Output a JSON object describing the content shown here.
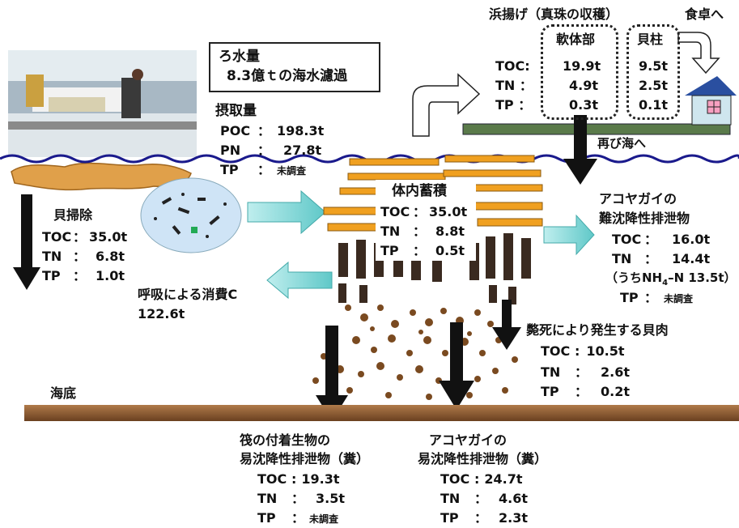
{
  "filtration": {
    "title": "ろ水量",
    "value": "8.3億ｔの海水濾過"
  },
  "intake": {
    "title": "摂取量",
    "rows": [
      {
        "key": "POC",
        "sep": "：",
        "value": "198.3t"
      },
      {
        "key": "PN",
        "sep": "：",
        "value": "27.8t"
      },
      {
        "key": "TP",
        "sep": "：",
        "value": "未調査"
      }
    ]
  },
  "shell_cleaning": {
    "title": "貝掃除",
    "rows": [
      {
        "key": "TOC",
        "sep": "：",
        "value": "35.0t"
      },
      {
        "key": "TN",
        "sep": "：",
        "value": "6.8t"
      },
      {
        "key": "TP",
        "sep": "：",
        "value": "1.0t"
      }
    ]
  },
  "respiration": {
    "title": "呼吸による消費C",
    "value": "122.6t"
  },
  "accumulation": {
    "title": "体内蓄積",
    "rows": [
      {
        "key": "TOC",
        "sep": "：",
        "value": "35.0t"
      },
      {
        "key": "TN",
        "sep": "：",
        "value": "8.8t"
      },
      {
        "key": "TP",
        "sep": "：",
        "value": "0.5t"
      }
    ]
  },
  "harvest": {
    "title": "浜揚げ（真珠の収穫）",
    "row_keys": [
      "TOC:",
      "TN ：",
      "TP ："
    ],
    "soft_body": {
      "title": "軟体部",
      "values": [
        "19.9t",
        "4.9t",
        "0.3t"
      ]
    },
    "adductor": {
      "title": "貝柱",
      "values": [
        "9.5t",
        "2.5t",
        "0.1t"
      ]
    }
  },
  "dining_table": "食卓へ",
  "return_sea": "再び海へ",
  "hard_sinking": {
    "title1": "アコヤガイの",
    "title2": "難沈降性排泄物",
    "rows": [
      {
        "key": "TOC",
        "sep": "：",
        "value": "16.0t"
      },
      {
        "key": "TN",
        "sep": "：",
        "value": "14.4t"
      }
    ],
    "note_prefix": "（うちNH",
    "note_sub": "4",
    "note_suffix": "–N 13.5t）",
    "tp_key": "TP",
    "tp_sep": "：",
    "tp_value": "未調査"
  },
  "dead_shell": {
    "title": "斃死により発生する貝肉",
    "rows": [
      {
        "key": "TOC",
        "sep": ":",
        "value": "10.5t"
      },
      {
        "key": "TN",
        "sep": "：",
        "value": "2.6t"
      },
      {
        "key": "TP",
        "sep": "：",
        "value": "0.2t"
      }
    ]
  },
  "seabed": "海底",
  "raft_feces": {
    "title1": "筏の付着生物の",
    "title2": "易沈降性排泄物（糞）",
    "rows": [
      {
        "key": "TOC",
        "sep": ":",
        "value": "19.3t"
      },
      {
        "key": "TN",
        "sep": "：",
        "value": "3.5t"
      },
      {
        "key": "TP",
        "sep": "：",
        "value": "未調査"
      }
    ]
  },
  "oyster_feces": {
    "title1": "アコヤガイの",
    "title2": "易沈降性排泄物（糞）",
    "rows": [
      {
        "key": "TOC",
        "sep": ":",
        "value": "24.7t"
      },
      {
        "key": "TN",
        "sep": "：",
        "value": "4.6t"
      },
      {
        "key": "TP",
        "sep": "：",
        "value": "2.3t"
      }
    ]
  },
  "colors": {
    "sea_line": "#1a1a8c",
    "arrow_cyan": "#7fd6d6",
    "ground": "#9a6a40",
    "raft": "#f0a020",
    "sediment": "#7a4a20",
    "deck": "#5a7a4a",
    "house_body": "#cfe6ee",
    "house_roof": "#2a4fa0"
  }
}
